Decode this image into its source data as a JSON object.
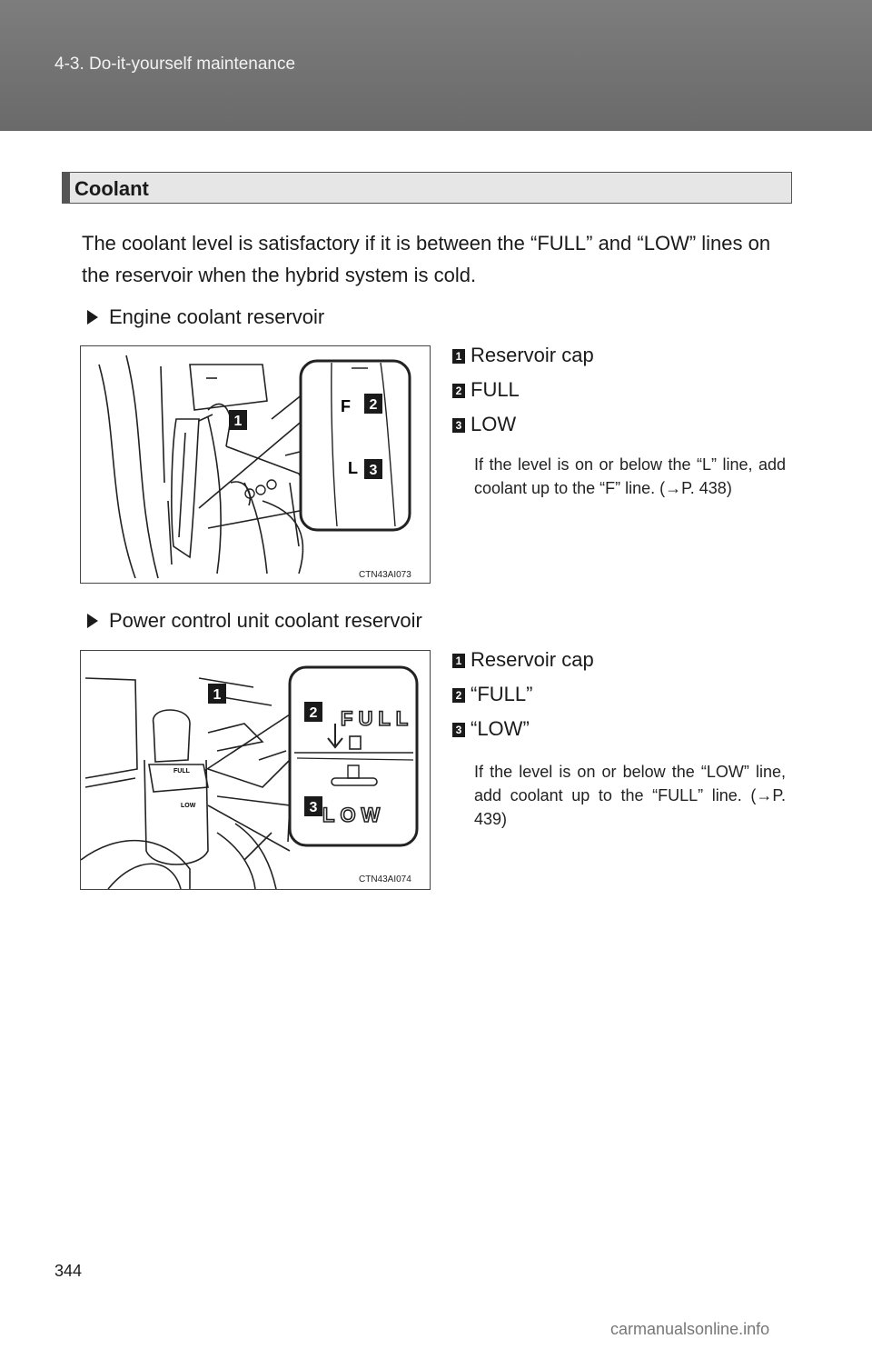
{
  "header": {
    "title": "4-3. Do-it-yourself maintenance"
  },
  "section": {
    "title": "Coolant",
    "intro": "The coolant level is satisfactory if it is between the “FULL” and “LOW” lines on the reservoir when the hybrid system is cold."
  },
  "engine_reservoir": {
    "heading": "Engine coolant reservoir",
    "figure_code": "CTN43AI073",
    "callouts": [
      "1",
      "2",
      "3"
    ],
    "gauge_marks": {
      "full": "F",
      "low": "L"
    },
    "legend": [
      {
        "num": "1",
        "label": "Reservoir cap"
      },
      {
        "num": "2",
        "label": "FULL"
      },
      {
        "num": "3",
        "label": "LOW"
      }
    ],
    "note": "If the level is on or below the “L” line, add coolant up to the “F” line. (→P. 438)"
  },
  "pcu_reservoir": {
    "heading": "Power control unit coolant reservoir",
    "figure_code": "CTN43AI074",
    "callouts": [
      "1",
      "2",
      "3"
    ],
    "gauge_marks": {
      "full": "FULL",
      "low": "LOW"
    },
    "legend": [
      {
        "num": "1",
        "label": "Reservoir cap"
      },
      {
        "num": "2",
        "label": "“FULL”"
      },
      {
        "num": "3",
        "label": "“LOW”"
      }
    ],
    "note": "If the level is on or below the “LOW” line, add coolant up to the “FULL” line. (→P. 439)"
  },
  "footer": {
    "page_number": "344",
    "watermark": "carmanualsonline.info"
  }
}
